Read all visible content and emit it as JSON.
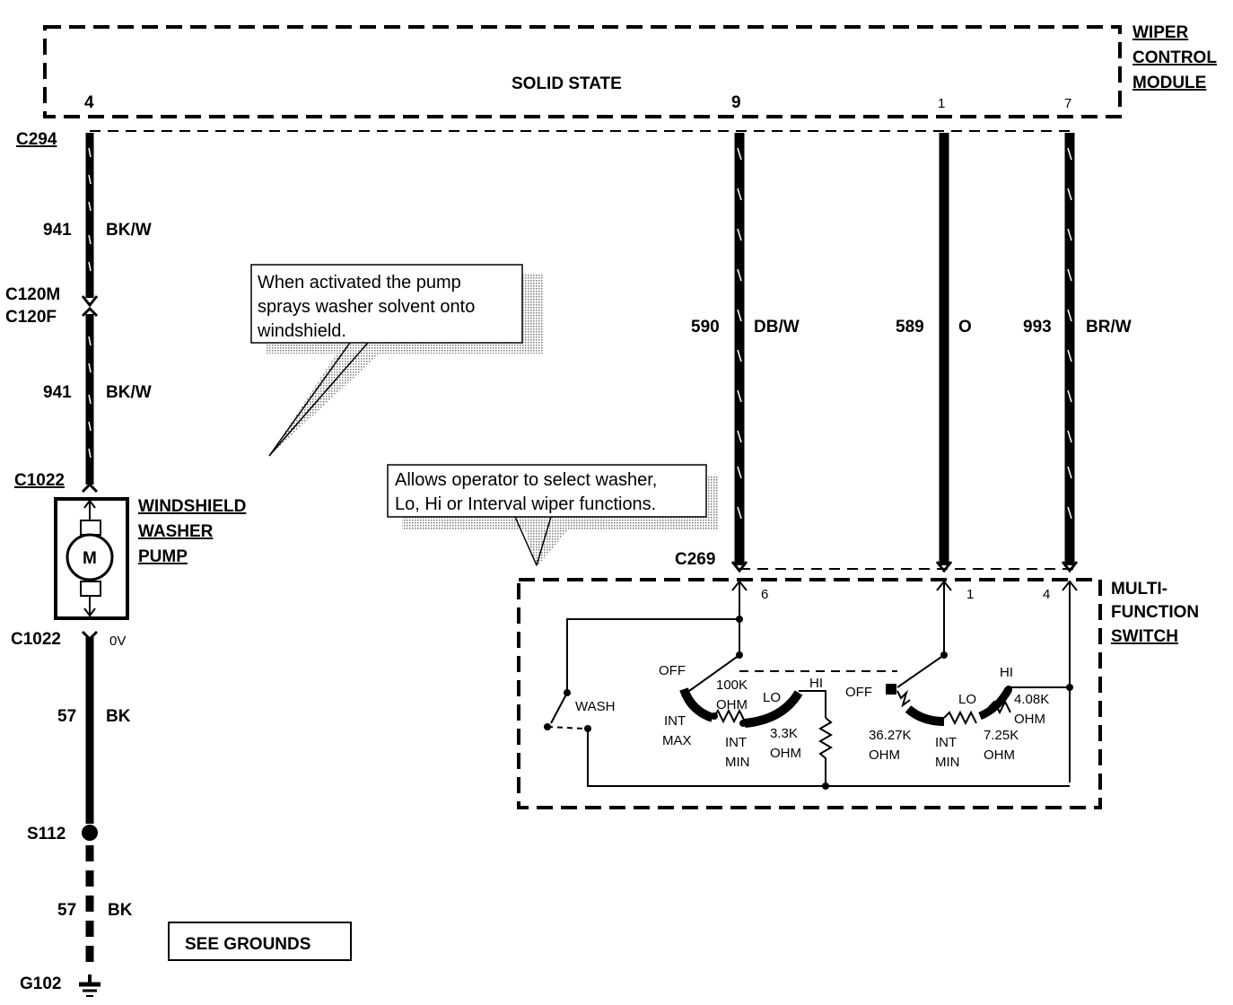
{
  "module": {
    "title_lines": [
      "WIPER",
      "CONTROL",
      "MODULE"
    ],
    "label": "SOLID STATE",
    "pins": {
      "p4": "4",
      "p9": "9",
      "p1": "1",
      "p7": "7"
    }
  },
  "connectors": {
    "c294": "C294",
    "c120m": "C120M",
    "c120f": "C120F",
    "c1022_top": "C1022",
    "c1022_bottom": "C1022",
    "c269": "C269",
    "s112": "S112",
    "g102": "G102"
  },
  "wires": {
    "w941a": {
      "num": "941",
      "color": "BK/W"
    },
    "w941b": {
      "num": "941",
      "color": "BK/W"
    },
    "w57a": {
      "num": "57",
      "color": "BK"
    },
    "w57b": {
      "num": "57",
      "color": "BK"
    },
    "w590": {
      "num": "590",
      "color": "DB/W"
    },
    "w589": {
      "num": "589",
      "color": "O"
    },
    "w993": {
      "num": "993",
      "color": "BR/W"
    },
    "zero_volt": "0V"
  },
  "pump": {
    "title_lines": [
      "WINDSHIELD",
      "WASHER",
      "PUMP"
    ],
    "motor": "M"
  },
  "notes": {
    "pump_note": [
      "When activated the pump",
      "sprays washer solvent onto",
      "windshield."
    ],
    "switch_note": [
      "Allows operator to select washer,",
      "Lo, Hi or Interval wiper functions."
    ]
  },
  "switch": {
    "title_lines": [
      "MULTI-",
      "FUNCTION",
      "SWITCH"
    ],
    "pins": {
      "p6": "6",
      "p1": "1",
      "p4": "4"
    },
    "left": {
      "off": "OFF",
      "wash": "WASH",
      "int": "INT",
      "max": "MAX",
      "r100k": "100K",
      "ohm1": "OHM",
      "lo": "LO",
      "hi": "HI",
      "int2": "INT",
      "min": "MIN",
      "r33k": "3.3K",
      "ohm2": "OHM"
    },
    "right": {
      "off": "OFF",
      "lo": "LO",
      "hi": "HI",
      "r408k": "4.08K",
      "ohm1": "OHM",
      "r3627k": "36.27K",
      "ohm2": "OHM",
      "int": "INT",
      "min": "MIN",
      "r725k": "7.25K",
      "ohm3": "OHM"
    }
  },
  "see_grounds": "SEE GROUNDS"
}
